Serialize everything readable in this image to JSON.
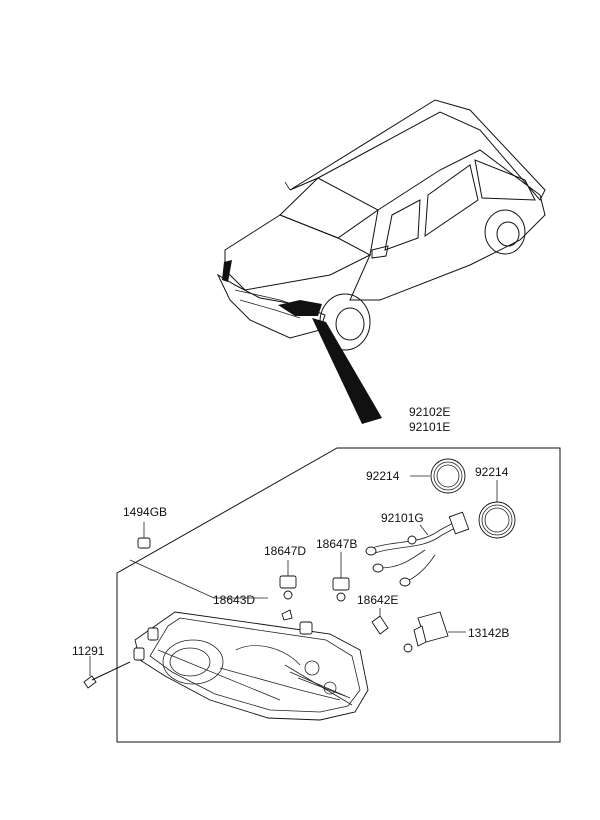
{
  "diagram": {
    "vehicle_label": "",
    "labels": {
      "assembly_1": "92102E",
      "assembly_2": "92101E",
      "socket_left": "92214",
      "socket_right": "92214",
      "harness": "92101G",
      "clip": "1494GB",
      "bulb_d": "18647D",
      "bulb_b": "18647B",
      "bulb_side": "18643D",
      "bulb_e": "18642E",
      "hid_bulb": "13142B",
      "screw": "11291"
    }
  }
}
